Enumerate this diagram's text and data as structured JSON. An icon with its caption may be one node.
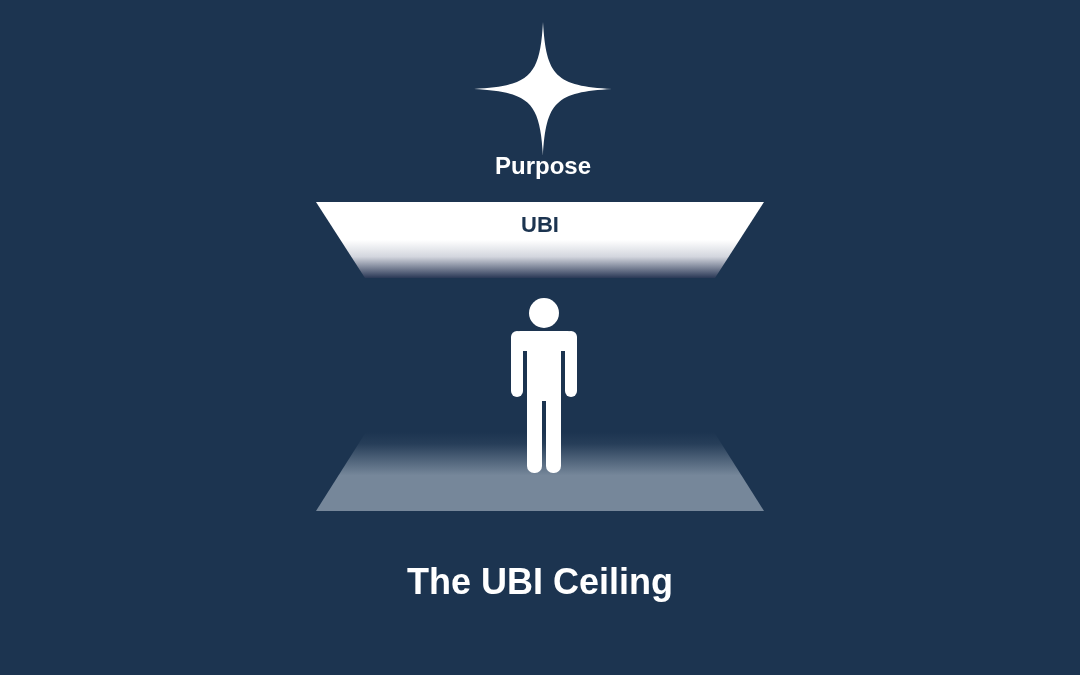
{
  "diagram": {
    "title": "The UBI Ceiling",
    "nodes": [
      {
        "text": [
          "UBI"
        ]
      }
    ],
    "labels": [
      "Purpose"
    ]
  }
}
